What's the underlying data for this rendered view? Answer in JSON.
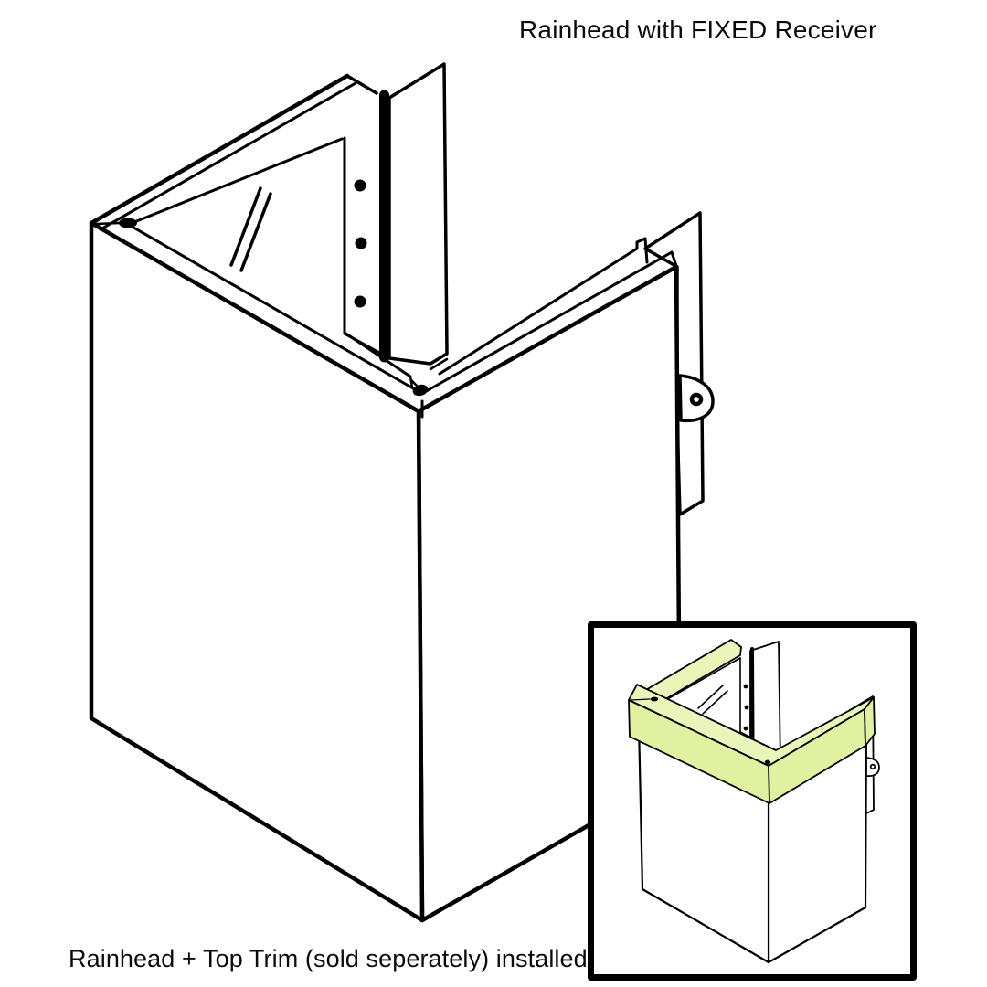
{
  "title": {
    "text": "Rainhead with FIXED Receiver"
  },
  "caption": {
    "text": "Rainhead + Top Trim (sold seperately) installed"
  },
  "colors": {
    "line": "#000000",
    "trim_top": "#eaf5ba",
    "trim_face": "#e1f1a2",
    "panel_fill": "#ffffff",
    "inset_background": "#ffffff",
    "inset_border": "#000000"
  },
  "diagram": {
    "main_view": {
      "name": "rainhead-with-fixed-receiver",
      "parts": [
        "corner-wrap-left-panel",
        "corner-wrap-right-panel",
        "fixed-receiver-strip",
        "receiver-back-panel",
        "receiver-rail",
        "gusset-brace",
        "side-flange",
        "rivet-tab"
      ],
      "receiver_hole_count": 3,
      "tab_hole_count": 1,
      "rivet_count": 2
    },
    "inset_view": {
      "name": "rainhead-with-top-trim-installed",
      "parts": [
        "corner-wrap",
        "top-trim",
        "fixed-receiver-strip",
        "side-flange",
        "rivet-tab"
      ],
      "receiver_hole_count": 3,
      "rivet_count": 2
    }
  }
}
